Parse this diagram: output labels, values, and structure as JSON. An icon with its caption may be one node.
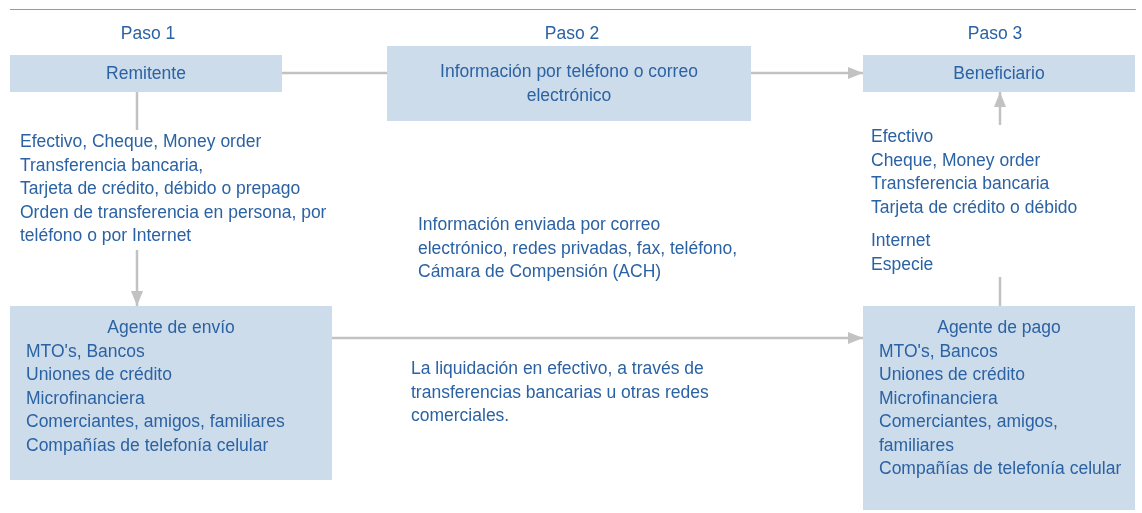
{
  "diagram": {
    "nodes": [
      {
        "text": [
          "Remitente"
        ]
      },
      {
        "text": [
          "Información por teléfono o correo electrónico"
        ]
      },
      {
        "text": [
          "Beneficiario"
        ]
      },
      {
        "text": [
          "Efectivo, Cheque, Money order",
          "Transferencia bancaria,",
          "Tarjeta de crédito, débido o prepago",
          "Orden de transferencia en persona, por teléfono o por Internet"
        ]
      },
      {
        "text": [
          "Agente de envío",
          "MTO's, Bancos",
          "Uniones de crédito",
          "Microfinanciera",
          "Comerciantes, amigos, familiares",
          "Compañías de telefonía celular"
        ]
      },
      {
        "text": [
          "Agente de pago",
          "MTO's, Bancos",
          "Uniones de crédito",
          "Microfinanciera",
          "Comerciantes, amigos, familiares",
          "Compañías de telefonía celular"
        ]
      },
      {
        "text": [
          "Efectivo",
          "Cheque, Money order",
          "Transferencia bancaria",
          "Tarjeta de crédito o débido",
          "Internet",
          "Especie"
        ]
      }
    ],
    "edges": [
      {
        "from": 0,
        "to": 1,
        "arrow": "none"
      },
      {
        "from": 1,
        "to": 2,
        "arrow": "to"
      },
      {
        "from": 0,
        "to": 3,
        "arrow": "none"
      },
      {
        "from": 3,
        "to": 4,
        "arrow": "to"
      },
      {
        "from": 4,
        "to": 5,
        "arrow": "to"
      },
      {
        "from": 5,
        "to": 6,
        "arrow": "none"
      },
      {
        "from": 6,
        "to": 2,
        "arrow": "to"
      }
    ],
    "labels": [
      "Paso 1",
      "Paso 2",
      "Paso 3",
      "Información enviada por correo electrónico, redes privadas, fax, teléfono, Cámara de Compensión (ACH)",
      "La liquidación en efectivo, a través de transferencias bancarias u otras redes comerciales."
    ]
  }
}
